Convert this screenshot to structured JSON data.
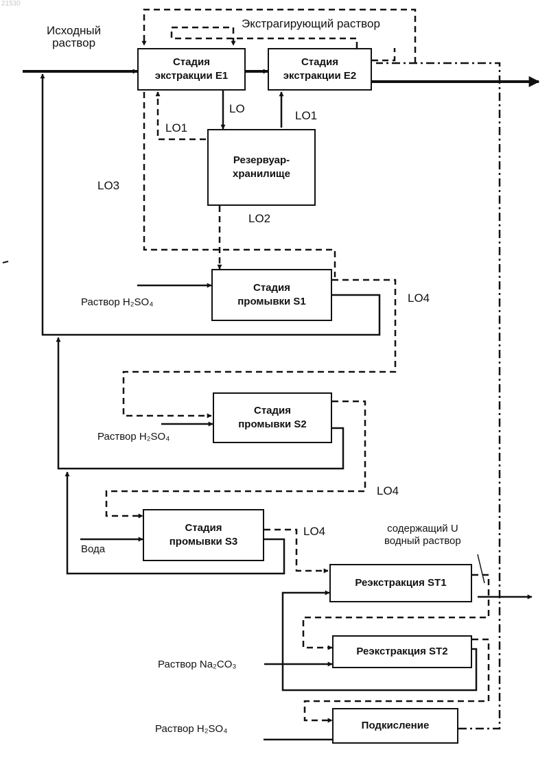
{
  "doc_number": "21530",
  "boxes": {
    "e1": "Стадия\nэкстракции E1",
    "e2": "Стадия\nэкстракции E2",
    "reservoir": "Резервуар-\nхранилище",
    "s1": "Стадия\nпромывки S1",
    "s2": "Стадия\nпромывки S2",
    "s3": "Стадия\nпромывки S3",
    "st1": "Реэкстракция ST1",
    "st2": "Реэкстракция ST2",
    "acid": "Подкисление"
  },
  "labels": {
    "feed": "Исходный\nраствор",
    "extractant": "Экстрагирующий раствор",
    "lo": "LO",
    "lo1_left": "LO1",
    "lo1_right": "LO1",
    "lo2": "LO2",
    "lo3": "LO3",
    "lo4_a": "LO4",
    "lo4_b": "LO4",
    "lo4_c": "LO4",
    "h2so4_s1": "Раствор H₂SO₄",
    "h2so4_s2": "Раствор H₂SO₄",
    "water": "Вода",
    "u_solution": "содержащий U\nводный раствор",
    "na2co3": "Раствор Na₂CO₃",
    "h2so4_acid": "Раствор H₂SO₄"
  }
}
